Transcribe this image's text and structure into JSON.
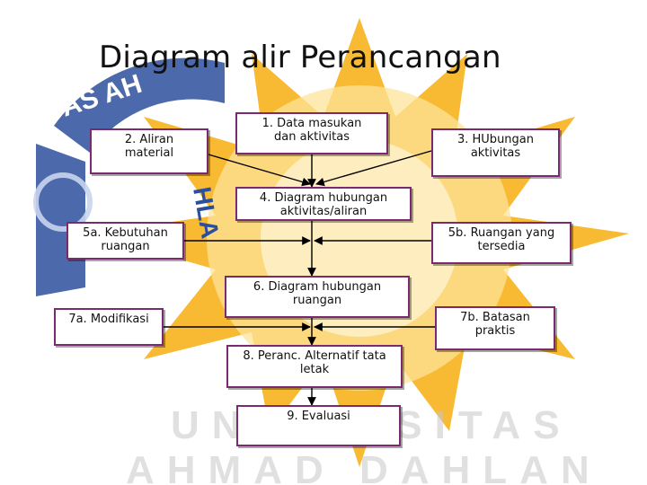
{
  "title": "Diagram alir Perancangan",
  "watermark": {
    "emblem_text": "AS AH",
    "emblem_text_right": "HLA",
    "bottom_lines": [
      "UNIVERSITAS",
      "AHMAD DAHLAN"
    ]
  },
  "colors": {
    "node_border": "#7a2a6e",
    "arrow": "#000000",
    "sun_outer": "#f6b21c",
    "sun_inner": "#fde39a",
    "emblem": "#2c4f9c"
  },
  "nodes": {
    "n1": "1. Data masukan\ndan aktivitas",
    "n2": "2. Aliran\n     material",
    "n3": "3. HUbungan\n     aktivitas",
    "n4": "4. Diagram hubungan\n aktivitas/aliran",
    "n5a": "5a. Kebutuhan\n     ruangan",
    "n5b": "5b. Ruangan yang\n    tersedia",
    "n6": "6. Diagram hubungan\n  ruangan",
    "n7a": "7a. Modifikasi",
    "n7b": "7b. Batasan\n    praktis",
    "n8": "8. Peranc. Alternatif tata\n   letak",
    "n9": "9. Evaluasi"
  }
}
